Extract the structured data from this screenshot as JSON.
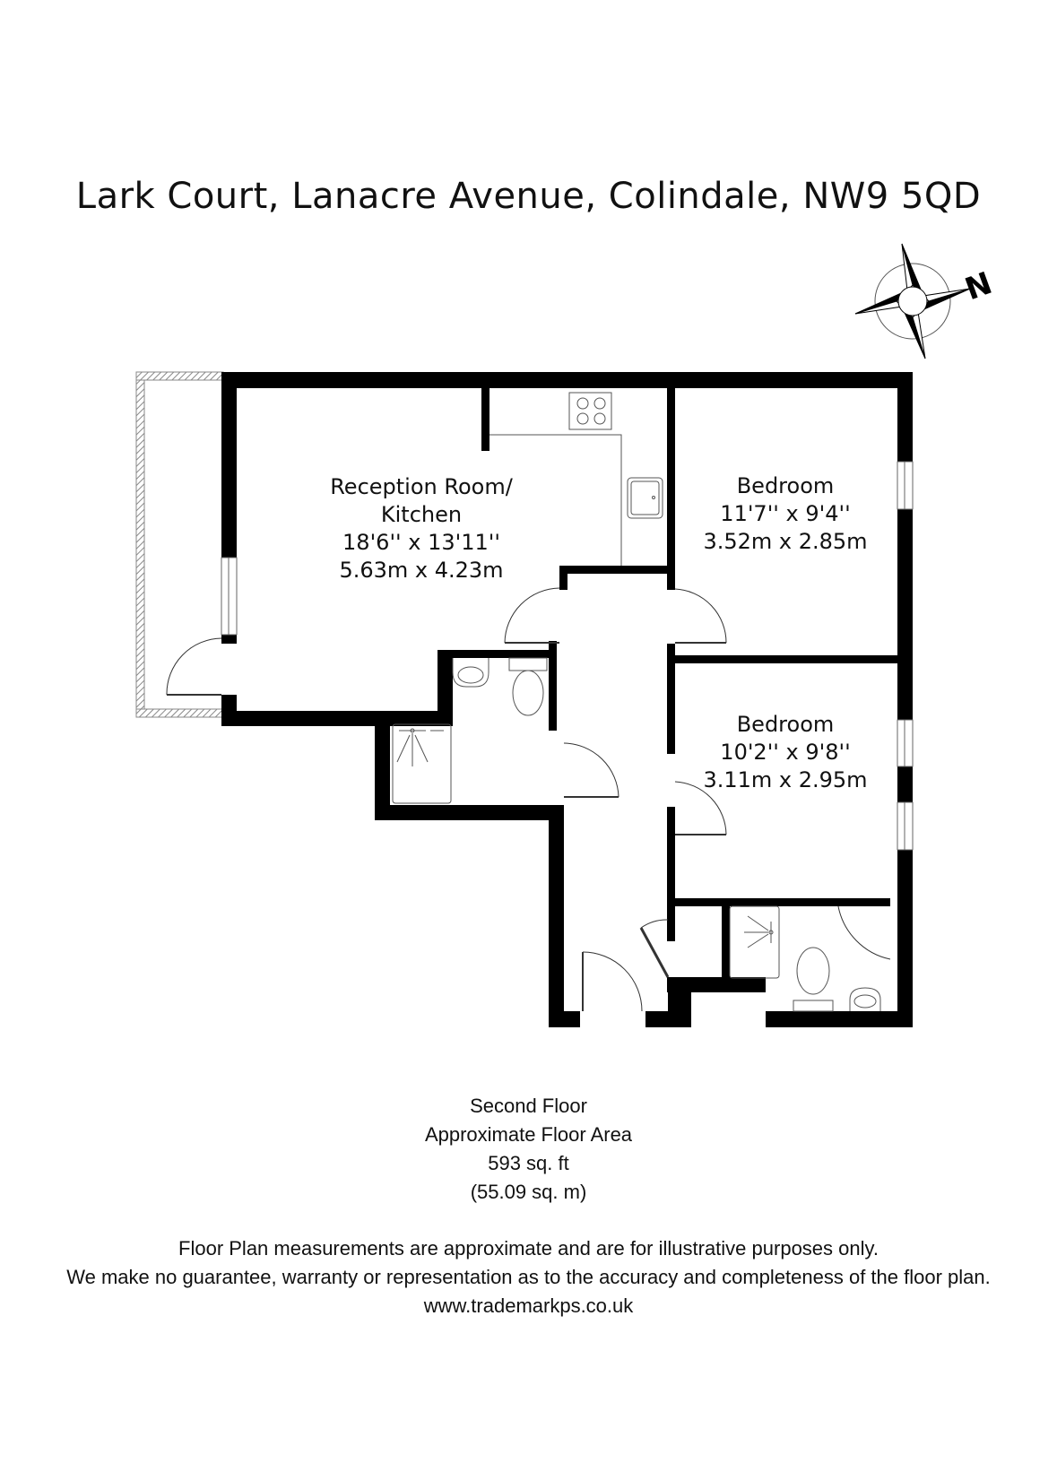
{
  "title": "Lark Court, Lanacre Avenue, Colindale, NW9 5QD",
  "compass": {
    "icon": "compass-rose-icon",
    "label": "N"
  },
  "rooms": [
    {
      "name": "reception-kitchen",
      "lines": [
        "Reception Room/",
        "Kitchen",
        "18'6'' x 13'11''",
        "5.63m x 4.23m"
      ]
    },
    {
      "name": "bedroom-1",
      "lines": [
        "Bedroom",
        "11'7'' x 9'4''",
        "3.52m x 2.85m"
      ]
    },
    {
      "name": "bedroom-2",
      "lines": [
        "Bedroom",
        "10'2'' x 9'8''",
        "3.11m x 2.95m"
      ]
    }
  ],
  "floor_info": {
    "floor": "Second Floor",
    "area_label": "Approximate Floor Area",
    "area_sqft": "593 sq. ft",
    "area_sqm": "(55.09 sq. m)"
  },
  "disclaimer": {
    "line1": "Floor Plan measurements are approximate and are for illustrative purposes only.",
    "line2": "We make no guarantee, warranty or representation as to the accuracy and completeness of the floor plan.",
    "website": "www.trademarkps.co.uk"
  },
  "colors": {
    "wall": "#000000",
    "fixture": "#555555",
    "balcony_hatch": "#888888",
    "background": "#ffffff"
  }
}
